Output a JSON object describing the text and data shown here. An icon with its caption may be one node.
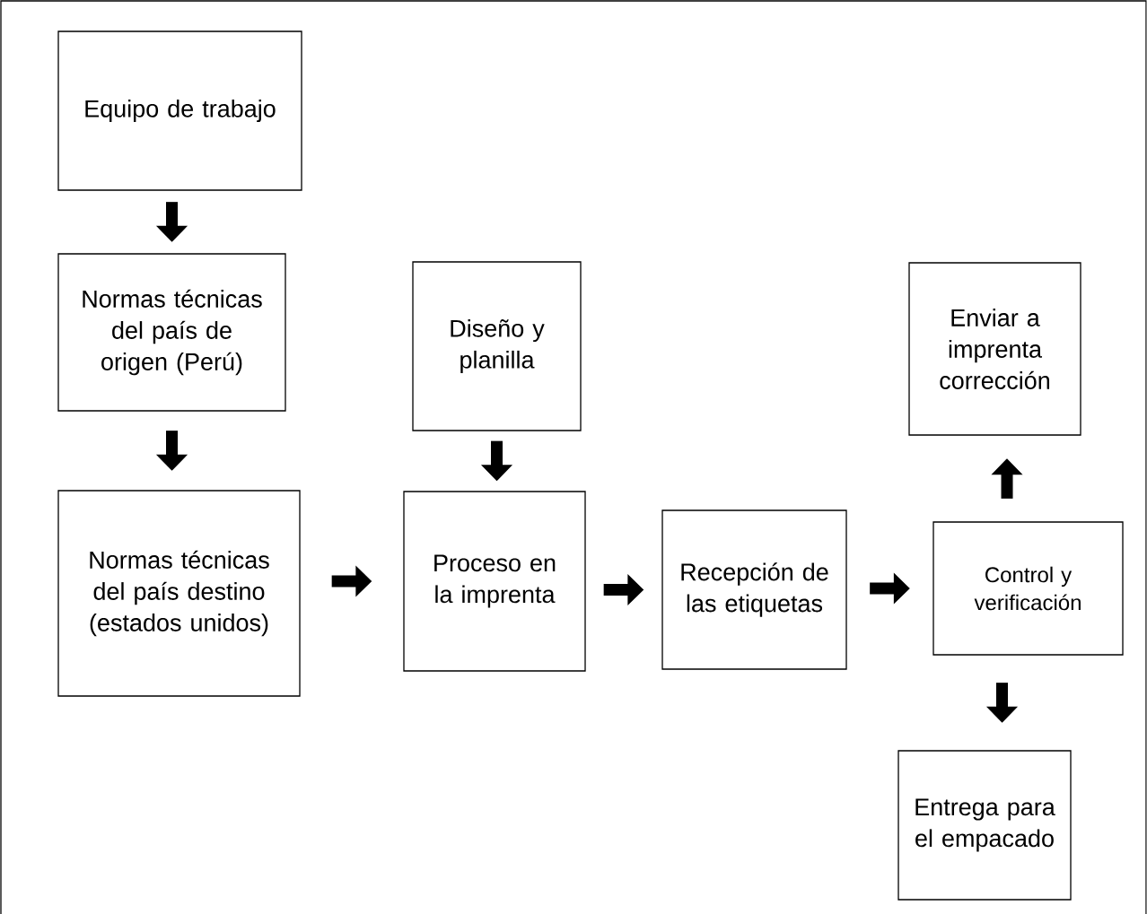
{
  "diagram": {
    "nodes": [
      {
        "text": [
          "Equipo de trabajo"
        ]
      },
      {
        "text": [
          "Normas técnicas del país de origen (Perú)"
        ]
      },
      {
        "text": [
          "Normas técnicas del país destino (estados unidos)"
        ]
      },
      {
        "text": [
          "Diseño y planilla"
        ]
      },
      {
        "text": [
          "Proceso en la imprenta"
        ]
      },
      {
        "text": [
          "Recepción de las etiquetas"
        ]
      },
      {
        "text": [
          "Enviar a imprenta corrección"
        ]
      },
      {
        "text": [
          "Control y verificación"
        ]
      },
      {
        "text": [
          "Entrega para el empacado"
        ]
      }
    ],
    "edges": [
      {
        "from": 0,
        "to": 1,
        "arrow": "to"
      },
      {
        "from": 1,
        "to": 2,
        "arrow": "to"
      },
      {
        "from": 2,
        "to": 4,
        "arrow": "to"
      },
      {
        "from": 3,
        "to": 4,
        "arrow": "to"
      },
      {
        "from": 4,
        "to": 5,
        "arrow": "to"
      },
      {
        "from": 5,
        "to": 7,
        "arrow": "to"
      },
      {
        "from": 7,
        "to": 6,
        "arrow": "to"
      },
      {
        "from": 7,
        "to": 8,
        "arrow": "to"
      }
    ]
  }
}
